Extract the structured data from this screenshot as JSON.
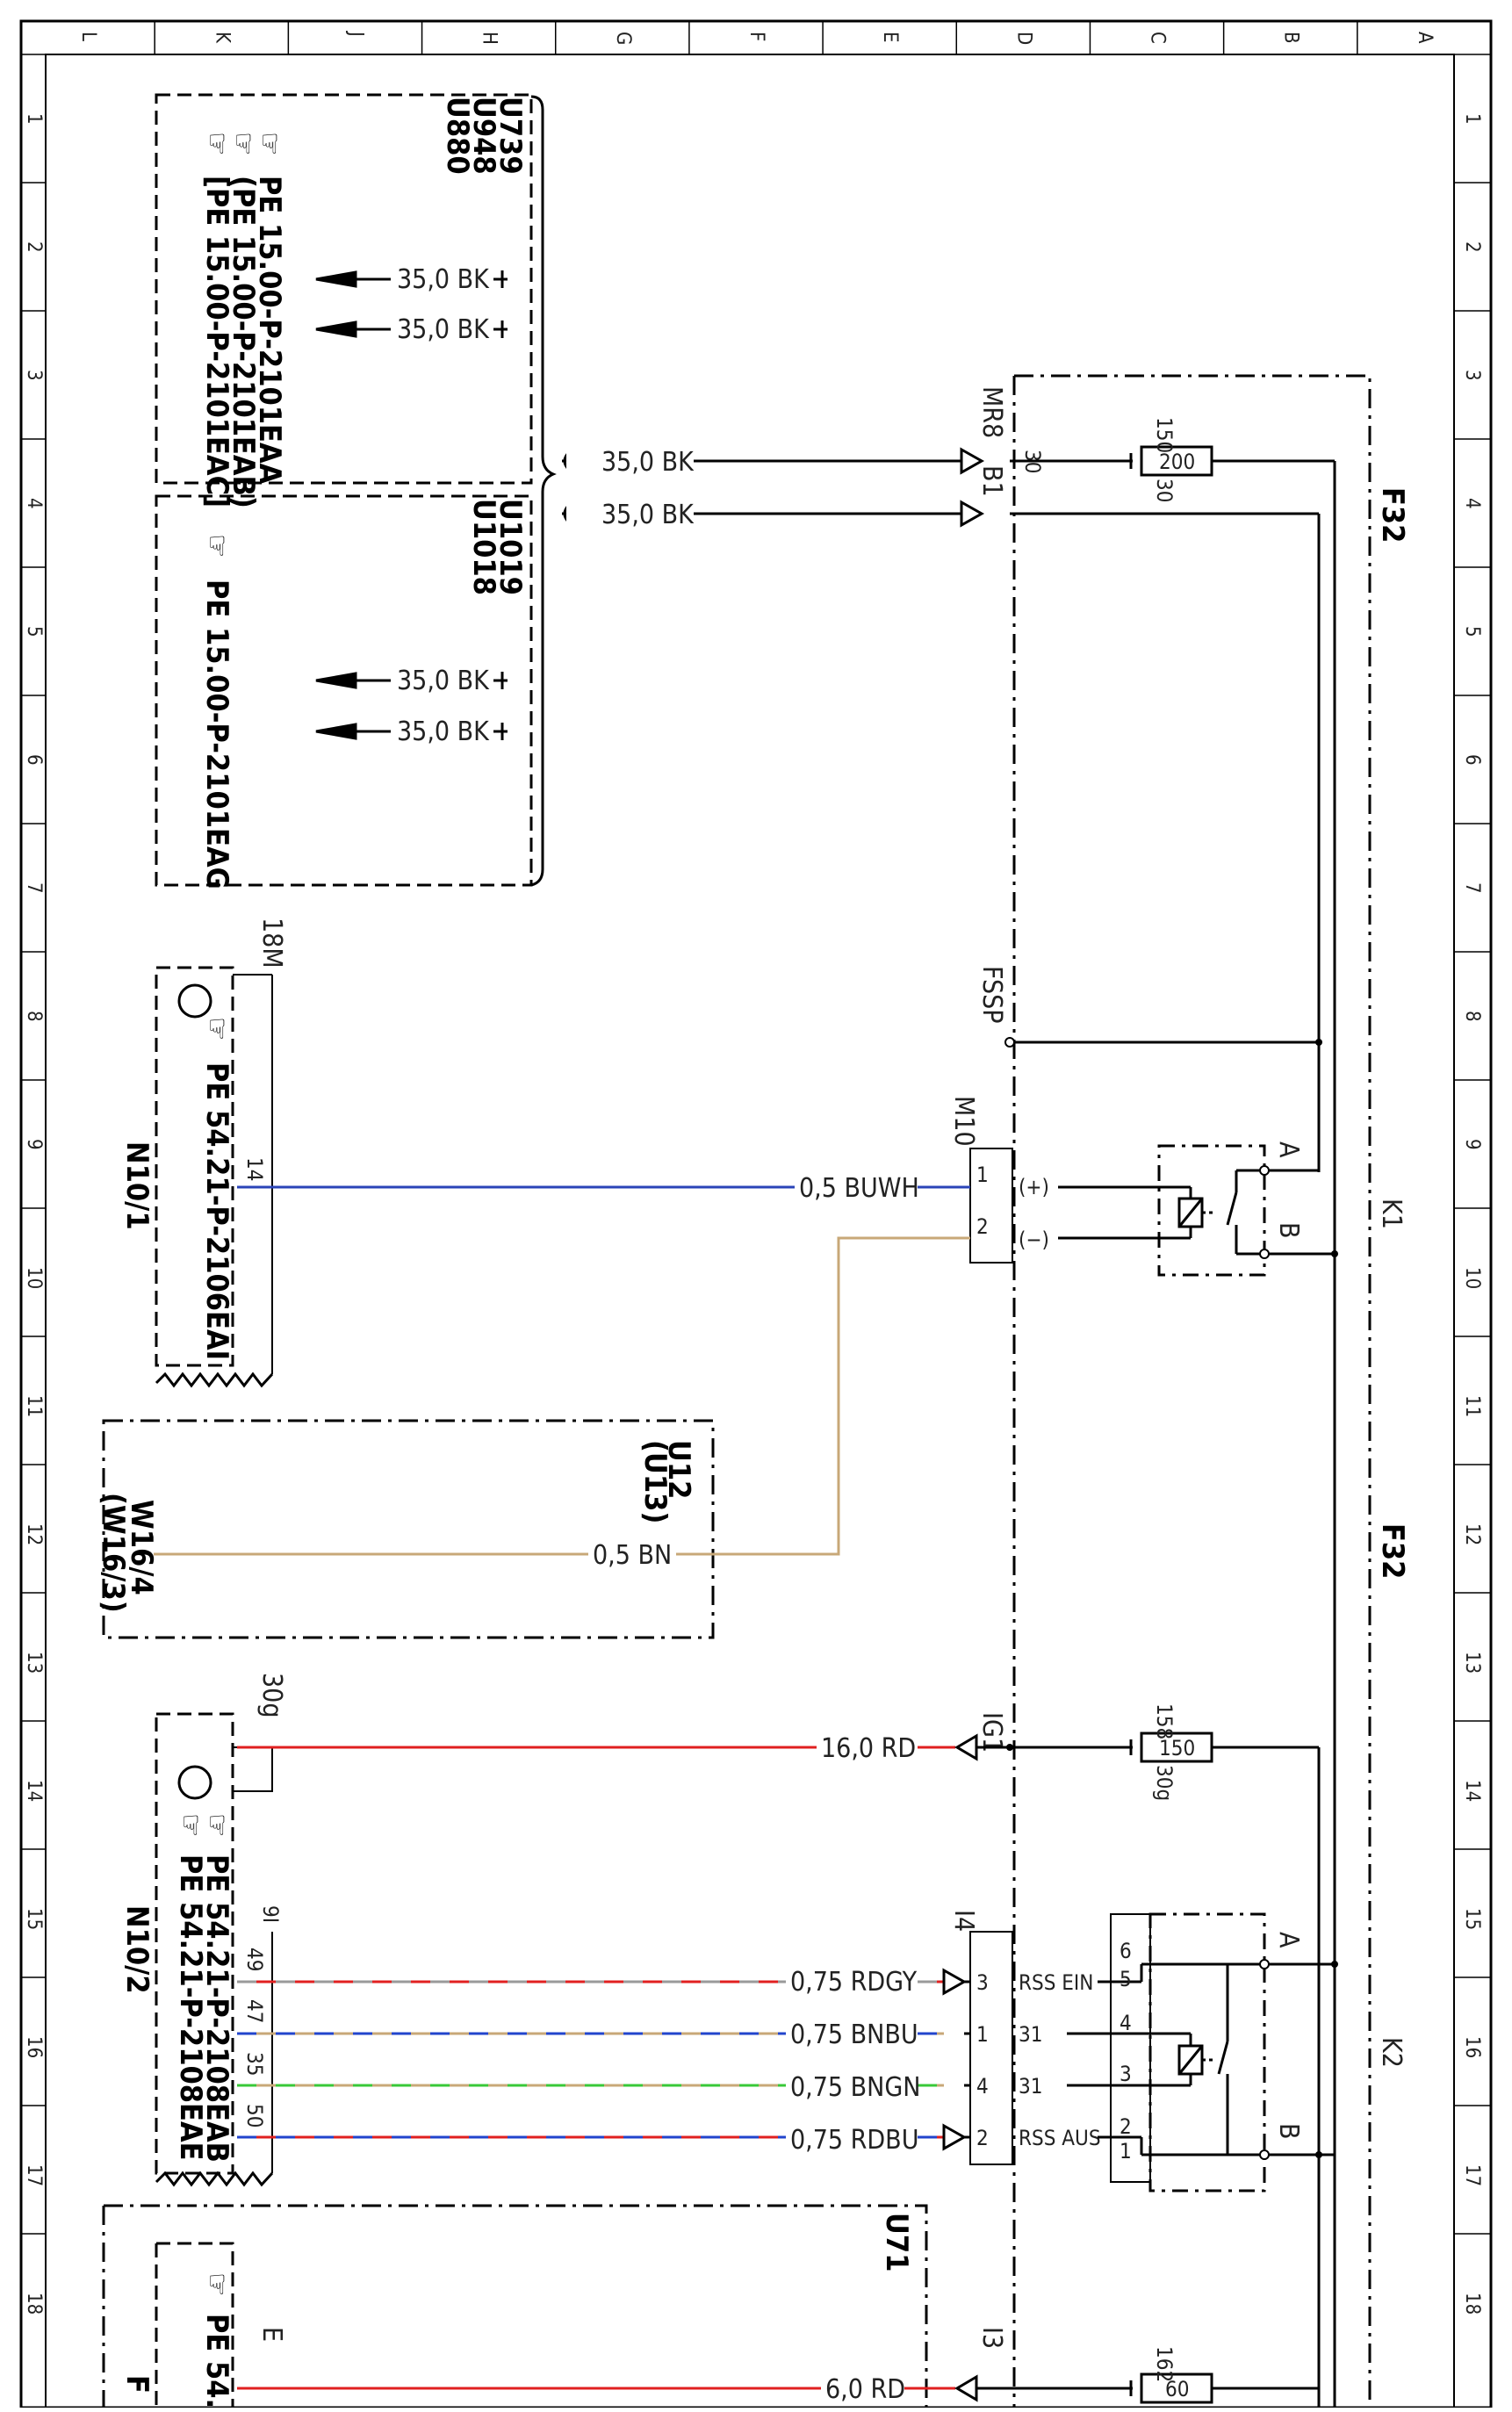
{
  "colors": {
    "BK": "#000000",
    "BUWH": "#2a44b8",
    "BN": "#c8a878",
    "RD": "#e02020",
    "GY": "#9a9a9a",
    "BU": "#2244cc",
    "GN": "#38c838"
  },
  "grid": {
    "columns": [
      "L",
      "K",
      "J",
      "H",
      "G",
      "F",
      "E",
      "D",
      "C",
      "B",
      "A"
    ],
    "rows": [
      "1",
      "2",
      "3",
      "4",
      "5",
      "6",
      "7",
      "8",
      "9",
      "10",
      "11",
      "12",
      "13",
      "14",
      "15",
      "16",
      "17",
      "18"
    ]
  },
  "modules": {
    "upper_codes": [
      "U880",
      "U948",
      "U739"
    ],
    "upper_refs": [
      "PE 15.00-P-2101EAA",
      "(PE 15.00-P-2101EAB)",
      "[PE 15.00-P-2101EAC]"
    ],
    "lower_codes": [
      "U1018",
      "U1019"
    ],
    "lower_refs": [
      "PE 15.00-P-2101EAG"
    ],
    "w16_codes": [
      "U12",
      "(U13)"
    ],
    "w16_label": [
      "W16/4",
      "(W16/3)"
    ],
    "u71_code": "U71",
    "u71_ref": "PE 54.",
    "u71_side": "F"
  },
  "wires": {
    "bk35": "35,0 BK",
    "buwh": "0,5 BUWH",
    "bn": "0,5 BN",
    "rd16": "16,0 RD",
    "rdgy": "0,75 RDGY",
    "bnbu": "0,75 BNBU",
    "bngn": "0,75 BNGN",
    "rdbu": "0,75 RDBU",
    "rd6": "6,0 RD"
  },
  "connectors": {
    "mr8": "MR8",
    "b1": "B1",
    "fssp": "FSSP",
    "m10": "M10",
    "ig1": "IG1",
    "i4": "I4",
    "i3": "I3",
    "pin30": "30",
    "pin1": "1",
    "pin2": "2",
    "pin3": "3",
    "pin4": "4",
    "pin5": "5",
    "pin6": "6",
    "plus": "(+)",
    "minus": "(−)",
    "rss_ein": "RSS EIN",
    "rss_aus": "RSS AUS",
    "t31a": "31",
    "t31b": "31"
  },
  "fuses": {
    "f150": "150",
    "f150_val": "200",
    "f150_t": "30",
    "f158": "158",
    "f158_val": "150",
    "f158_t": "30g",
    "f162": "162",
    "f162_val": "60"
  },
  "components": {
    "f32_top": "F32",
    "f32_mid": "F32",
    "k1": "K1",
    "k2": "K2",
    "relay_a": "A",
    "relay_b": "B",
    "relay2_a": "A",
    "relay2_b": "B",
    "n10_1": "N10/1",
    "n10_1_ref": "PE 54.21-P-2106EAI",
    "n10_1_pin": "18M",
    "n10_1_p14": "14",
    "n10_2": "N10/2",
    "n10_2_ref1": "PE 54.21-P-2108EAB",
    "n10_2_ref2": "PE 54.21-P-2108EAE",
    "n10_2_30g": "30g",
    "n10_2_9i": "9I",
    "p49": "49",
    "p47": "47",
    "p35": "35",
    "p50": "50",
    "u71_e": "E"
  }
}
